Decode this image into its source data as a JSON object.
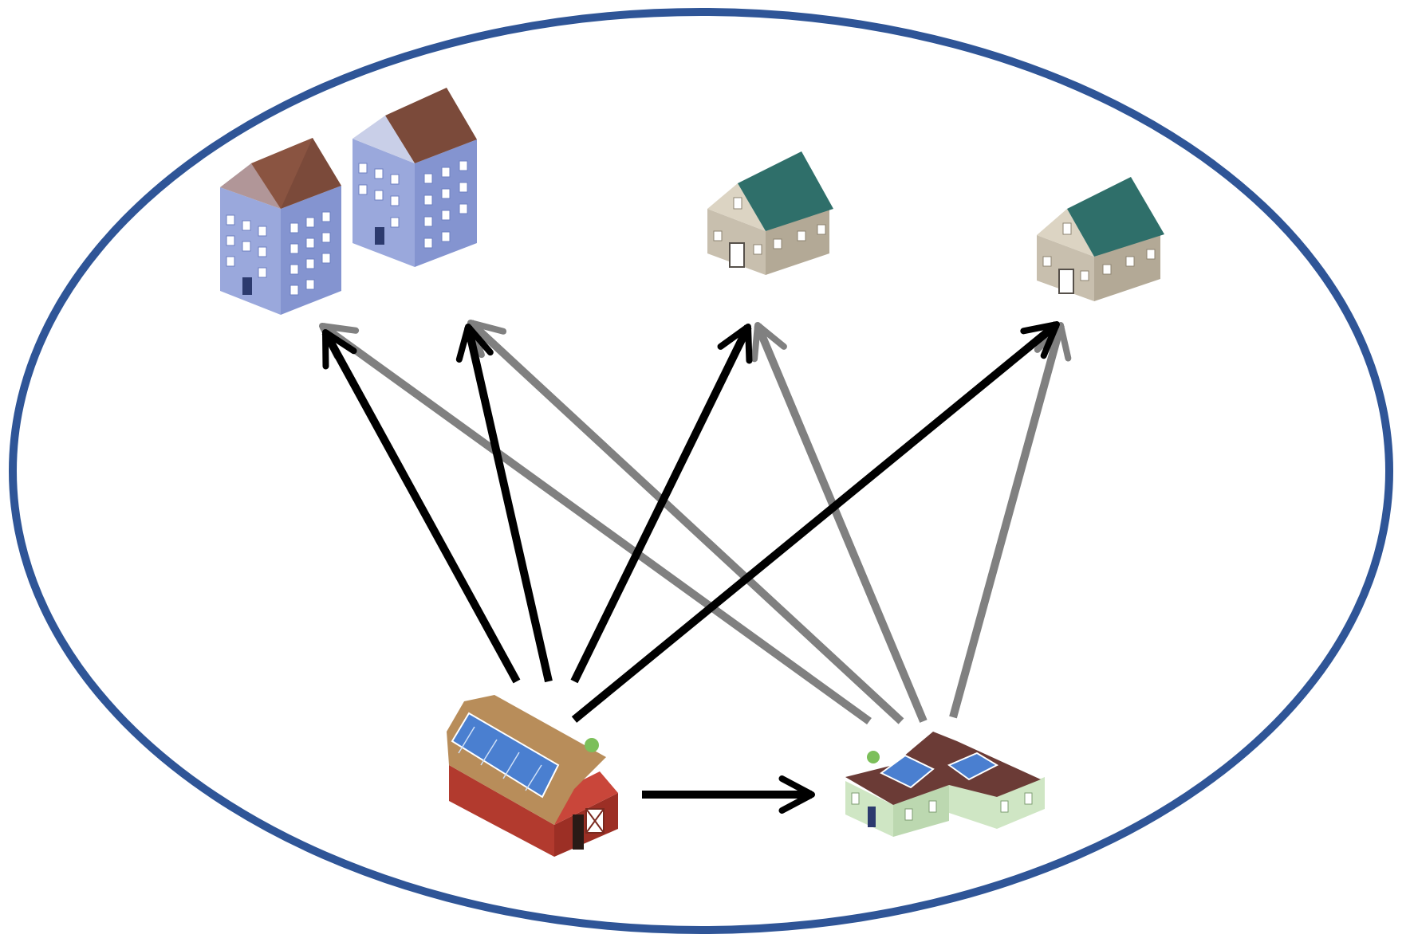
{
  "colors": {
    "boundary": "#2f5597",
    "arrow_primary": "#000000",
    "arrow_secondary": "#808080",
    "apartment_wall": "#9aa8dc",
    "apartment_roof": "#7b4a3a",
    "house_wall": "#c8bfae",
    "house_roof": "#2f6f6a",
    "barn_wall": "#b23a2e",
    "barn_roof": "#b88d5a",
    "solar_panel": "#4a7fd0",
    "prosumer_wall": "#cfe6c4",
    "prosumer_roof": "#6b3b36"
  },
  "nodes": [
    {
      "id": "apartment-1",
      "kind": "apartment building",
      "icon": "apartment-building-icon"
    },
    {
      "id": "apartment-2",
      "kind": "apartment building",
      "icon": "apartment-building-icon"
    },
    {
      "id": "house-1",
      "kind": "house",
      "icon": "house-icon"
    },
    {
      "id": "house-2",
      "kind": "house",
      "icon": "house-icon"
    },
    {
      "id": "barn",
      "kind": "barn with solar panels",
      "icon": "solar-barn-icon"
    },
    {
      "id": "solar-house",
      "kind": "house with solar panels",
      "icon": "solar-house-icon"
    }
  ],
  "edges": [
    {
      "from": "barn",
      "to": "apartment-1",
      "style": "primary"
    },
    {
      "from": "barn",
      "to": "apartment-2",
      "style": "primary"
    },
    {
      "from": "barn",
      "to": "house-1",
      "style": "primary"
    },
    {
      "from": "barn",
      "to": "house-2",
      "style": "primary"
    },
    {
      "from": "barn",
      "to": "solar-house",
      "style": "primary"
    },
    {
      "from": "solar-house",
      "to": "apartment-1",
      "style": "secondary"
    },
    {
      "from": "solar-house",
      "to": "apartment-2",
      "style": "secondary"
    },
    {
      "from": "solar-house",
      "to": "house-1",
      "style": "secondary"
    },
    {
      "from": "solar-house",
      "to": "house-2",
      "style": "secondary"
    }
  ]
}
